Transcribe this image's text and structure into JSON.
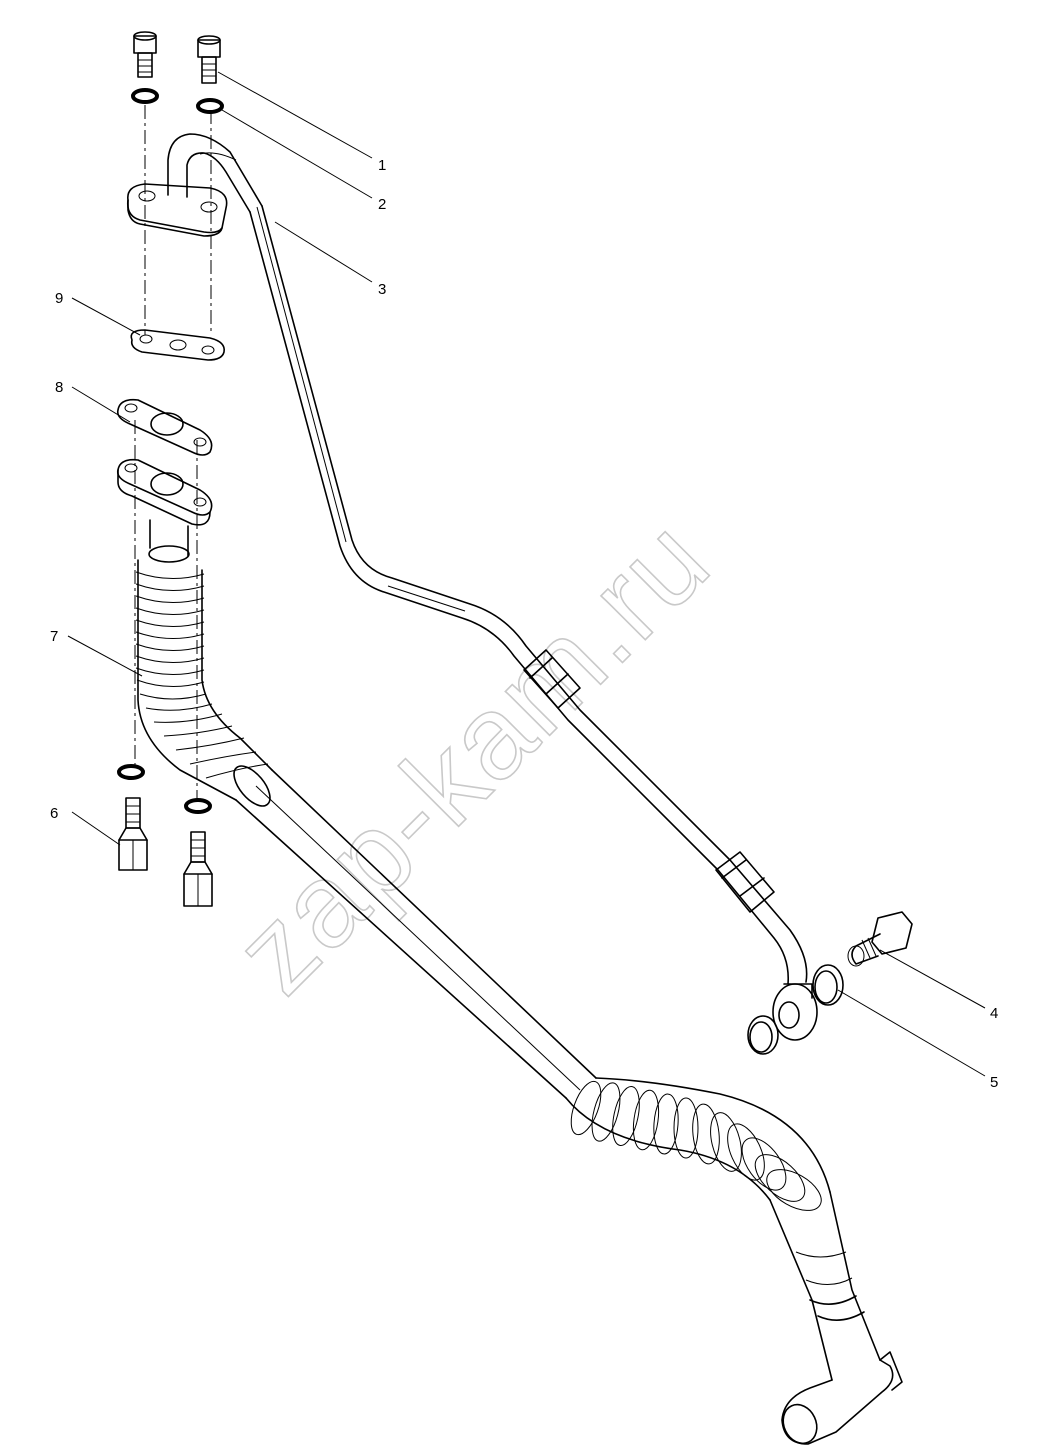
{
  "watermark": "zap-kam.ru",
  "callouts": [
    {
      "id": "1",
      "label": "1"
    },
    {
      "id": "2",
      "label": "2"
    },
    {
      "id": "3",
      "label": "3"
    },
    {
      "id": "4",
      "label": "4"
    },
    {
      "id": "5",
      "label": "5"
    },
    {
      "id": "6",
      "label": "6"
    },
    {
      "id": "7",
      "label": "7"
    },
    {
      "id": "8",
      "label": "8"
    },
    {
      "id": "9",
      "label": "9"
    }
  ]
}
